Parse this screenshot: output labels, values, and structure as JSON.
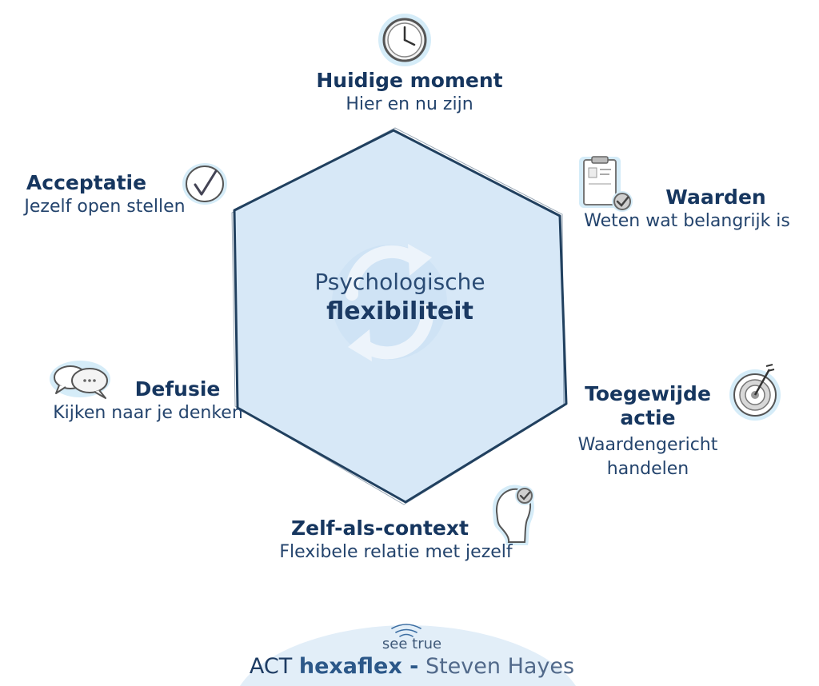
{
  "center": {
    "line1": "Psychologische",
    "line2": "flexibiliteit"
  },
  "nodes": {
    "present": {
      "title": "Huidige moment",
      "sub": "Hier en nu zijn",
      "icon": "clock-icon"
    },
    "values": {
      "title": "Waarden",
      "sub": "Weten wat belangrijk is",
      "icon": "clipboard-check-icon"
    },
    "action": {
      "title1": "Toegewijde",
      "title2": "actie",
      "sub1": "Waardengericht",
      "sub2": "handelen",
      "icon": "target-arrow-icon"
    },
    "self": {
      "title": "Zelf-als-context",
      "sub": "Flexibele relatie met jezelf",
      "icon": "head-check-icon"
    },
    "defusion": {
      "title": "Defusie",
      "sub": "Kijken naar je denken",
      "icon": "speech-bubbles-icon"
    },
    "acceptance": {
      "title": "Acceptatie",
      "sub": "Jezelf open stellen",
      "icon": "checkmark-circle-icon"
    }
  },
  "footer": {
    "brand": "see true",
    "prefix": "ACT",
    "bold": "hexaflex -",
    "author": "Steven Hayes"
  },
  "colors": {
    "hex_fill": "#d7e8f7",
    "hex_stroke": "#21405f",
    "dark_blue": "#16365f",
    "icon_glow": "#bfe0f6"
  }
}
